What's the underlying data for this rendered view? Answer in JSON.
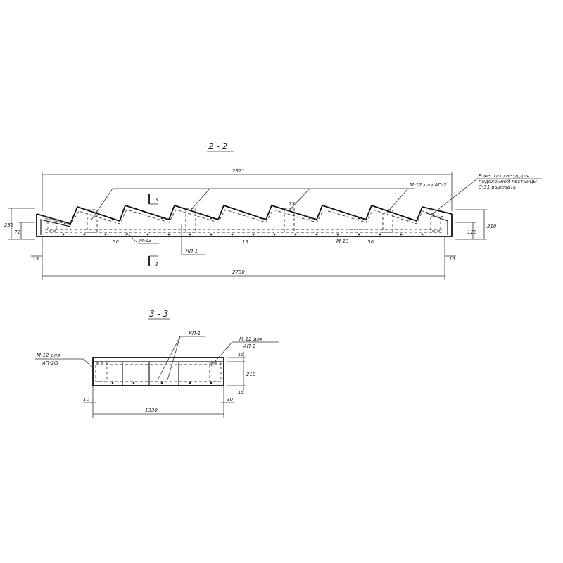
{
  "section_2": {
    "title": "2 - 2",
    "cut_label_top": "3",
    "cut_label_bottom": "3",
    "dim_top": "2871",
    "dim_bottom": "2730",
    "dim_left_outer": "232",
    "dim_left_inner": "72",
    "dim_left_bottom": "15",
    "dim_right_outer": "210",
    "dim_right_inner": "120",
    "dim_right_bottom": "15",
    "dim_step": "15",
    "dim_s1": "50",
    "dim_s2": "15",
    "dim_s3": "50",
    "label_m13_left": "М-13",
    "label_kp1": "КП-1",
    "label_m13_right": "М-13",
    "label_m12": "М-12 для АП-2",
    "note_line1": "В местах гнезд для",
    "note_line2": "подоконной лестницы",
    "note_line3": "С-31  вырезать"
  },
  "section_3": {
    "title": "3 - 3",
    "label_kp1": "КП-1",
    "label_m12_right_1": "М-12 для",
    "label_m12_right_2": "АП-2",
    "label_m12_left_1": "М-12 для",
    "label_m12_left_2": "АП-2Q",
    "dim_bottom": "1330",
    "dim_left": "10",
    "dim_right": "30",
    "dim_height": "210",
    "dim_top_small": "15",
    "dim_bottom_small": "15"
  }
}
